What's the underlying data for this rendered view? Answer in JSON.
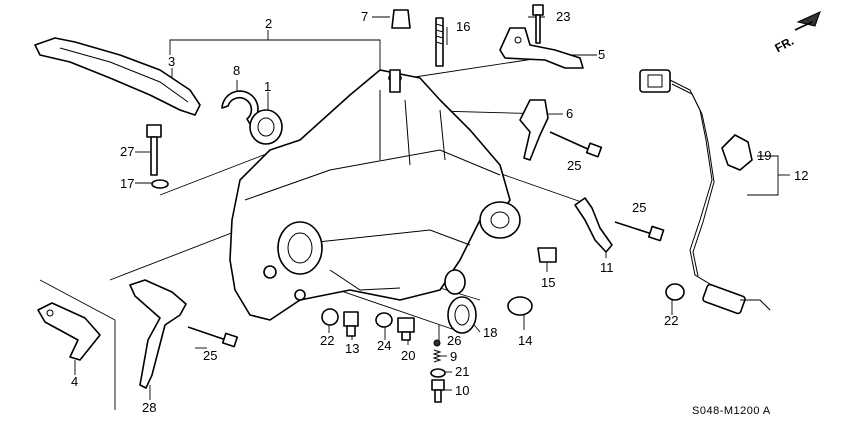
{
  "diagram": {
    "direction_label": "FR.",
    "drawing_code": "S048-M1200 A",
    "callouts": [
      {
        "id": "c1",
        "text": "1"
      },
      {
        "id": "c2",
        "text": "2"
      },
      {
        "id": "c3",
        "text": "3"
      },
      {
        "id": "c4",
        "text": "4"
      },
      {
        "id": "c5",
        "text": "5"
      },
      {
        "id": "c6",
        "text": "6"
      },
      {
        "id": "c7",
        "text": "7"
      },
      {
        "id": "c8",
        "text": "8"
      },
      {
        "id": "c9",
        "text": "9"
      },
      {
        "id": "c10",
        "text": "10"
      },
      {
        "id": "c11",
        "text": "11"
      },
      {
        "id": "c12",
        "text": "12"
      },
      {
        "id": "c13",
        "text": "13"
      },
      {
        "id": "c14",
        "text": "14"
      },
      {
        "id": "c15",
        "text": "15"
      },
      {
        "id": "c16",
        "text": "16"
      },
      {
        "id": "c17",
        "text": "17"
      },
      {
        "id": "c18",
        "text": "18"
      },
      {
        "id": "c19",
        "text": "19"
      },
      {
        "id": "c20",
        "text": "20"
      },
      {
        "id": "c21",
        "text": "21"
      },
      {
        "id": "c22a",
        "text": "22"
      },
      {
        "id": "c22b",
        "text": "22"
      },
      {
        "id": "c23",
        "text": "23"
      },
      {
        "id": "c24",
        "text": "24"
      },
      {
        "id": "c25a",
        "text": "25"
      },
      {
        "id": "c25b",
        "text": "25"
      },
      {
        "id": "c25c",
        "text": "25"
      },
      {
        "id": "c26",
        "text": "26"
      },
      {
        "id": "c27",
        "text": "27"
      },
      {
        "id": "c28",
        "text": "28"
      }
    ]
  }
}
